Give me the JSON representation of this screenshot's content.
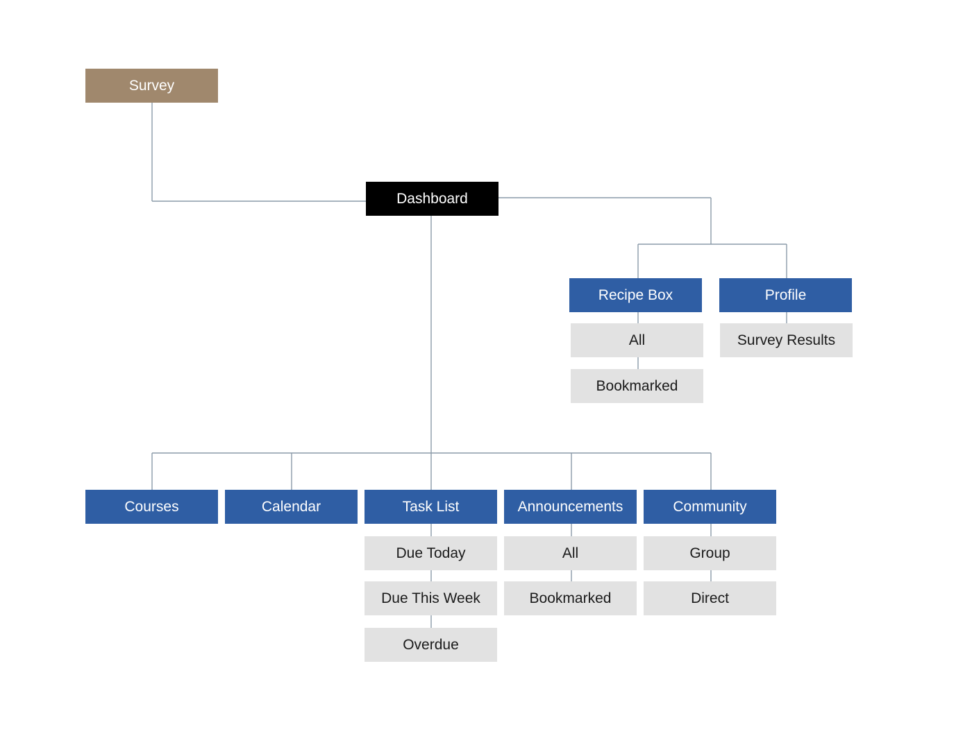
{
  "diagram": {
    "survey": "Survey",
    "dashboard": "Dashboard",
    "recipe_box": {
      "label": "Recipe Box",
      "children": [
        "All",
        "Bookmarked"
      ]
    },
    "profile": {
      "label": "Profile",
      "children": [
        "Survey Results"
      ]
    },
    "courses": {
      "label": "Courses"
    },
    "calendar": {
      "label": "Calendar"
    },
    "task_list": {
      "label": "Task List",
      "children": [
        "Due Today",
        "Due This Week",
        "Overdue"
      ]
    },
    "announcements": {
      "label": "Announcements",
      "children": [
        "All",
        "Bookmarked"
      ]
    },
    "community": {
      "label": "Community",
      "children": [
        "Group",
        "Direct"
      ]
    }
  },
  "colors": {
    "root": "#000000",
    "survey": "#a0886d",
    "section": "#2f5ea4",
    "sub": "#e2e2e2",
    "connector": "#8a9aa8"
  }
}
